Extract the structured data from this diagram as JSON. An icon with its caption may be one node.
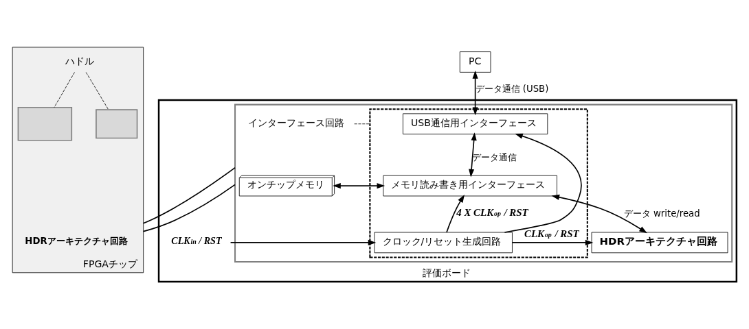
{
  "diagram": {
    "nodes": [
      {
        "text": [
          "評価ボード"
        ]
      },
      {
        "text": [],
        "shape": "box",
        "in": 0
      },
      {
        "text": [],
        "shape": "box",
        "in": 1
      },
      {
        "text": [
          "インターフェース回路"
        ],
        "in": 1
      },
      {
        "text": [
          "PC"
        ]
      },
      {
        "text": [
          "USB通信用インターフェース"
        ],
        "in": 2
      },
      {
        "text": [
          "メモリ読み書き用インターフェース"
        ],
        "in": 2
      },
      {
        "text": [
          "オンチップメモリ"
        ],
        "in": 1
      },
      {
        "text": [
          "クロック/リセット生成回路"
        ],
        "in": 2
      },
      {
        "text": [
          "HDRアーキテクチャ回路"
        ],
        "in": 1
      },
      {
        "text": [
          "CLK$_{in}$ / RST"
        ],
        "in": 0
      },
      {
        "text": [
          "FPGAチップ"
        ]
      },
      {
        "text": [
          "HDRアーキテクチャ回路"
        ],
        "in": 11
      },
      {
        "text": [
          "ハドル"
        ],
        "in": 11
      },
      {
        "text": [],
        "shape": "box",
        "in": 11
      },
      {
        "text": [],
        "shape": "box",
        "in": 11
      }
    ],
    "edges": [
      {
        "from": 4,
        "to": 5,
        "arrow": "both",
        "label": "データ通信 (USB)"
      },
      {
        "from": 6,
        "to": 5,
        "arrow": "both",
        "label": "データ通信"
      },
      {
        "from": 7,
        "to": 6,
        "arrow": "both"
      },
      {
        "from": 8,
        "to": 6,
        "arrow": "to",
        "label": "4 X CLK$_{op}$ / RST"
      },
      {
        "from": 8,
        "to": 5,
        "arrow": "to"
      },
      {
        "from": 6,
        "to": 9,
        "arrow": "both",
        "label": "データ write/read"
      },
      {
        "from": 10,
        "to": 8,
        "arrow": "to"
      },
      {
        "from": 8,
        "to": 9,
        "arrow": "to",
        "label": "CLK$_{op}$ / RST"
      },
      {
        "from": 3,
        "to": 2,
        "arrow": "none",
        "style": "dashed"
      },
      {
        "from": 13,
        "to": 14,
        "arrow": "none",
        "style": "dashed"
      },
      {
        "from": 13,
        "to": 15,
        "arrow": "none",
        "style": "dashed"
      },
      {
        "from": 1,
        "to": 11,
        "arrow": "none"
      },
      {
        "from": 1,
        "to": 11,
        "arrow": "none"
      }
    ]
  }
}
